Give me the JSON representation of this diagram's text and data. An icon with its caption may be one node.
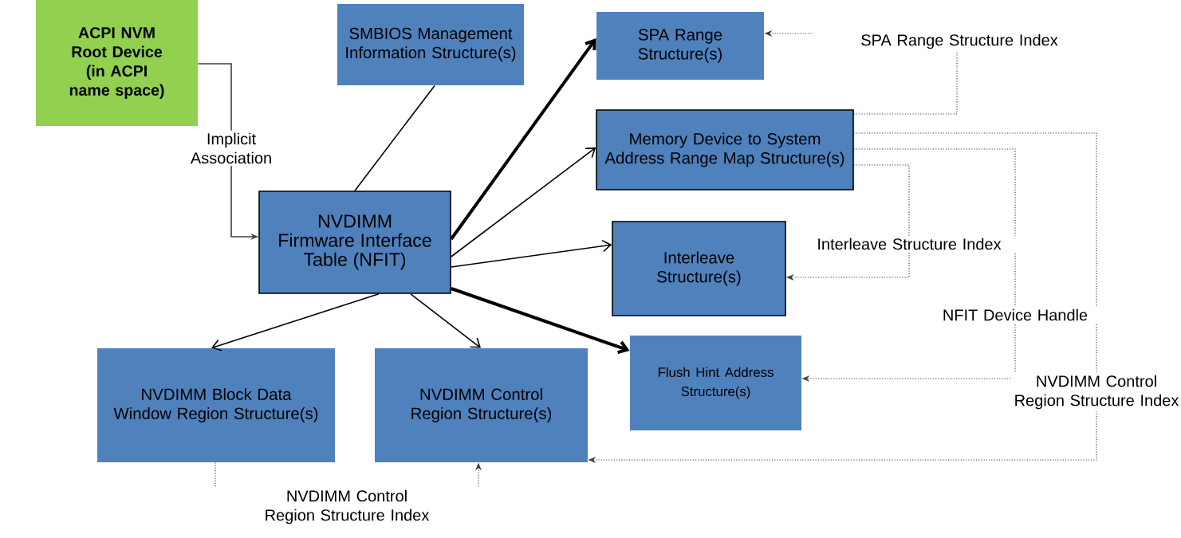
{
  "diagram": {
    "nodes": [
      {
        "text": [
          "ACPI NVM Root Device (in ACPI name space)"
        ]
      },
      {
        "text": [
          "SMBIOS Management Information Structure(s)"
        ]
      },
      {
        "text": [
          "SPA Range Structure(s)"
        ]
      },
      {
        "text": [
          "Memory Device to System  Address Range Map Structure(s)"
        ]
      },
      {
        "text": [
          "NVDIMM Firmware Interface Table (NFIT)"
        ]
      },
      {
        "text": [
          "Interleave Structure(s)"
        ]
      },
      {
        "text": [
          "NVDIMM Block Data Window  Region Structure(s)"
        ]
      },
      {
        "text": [
          "NVDIMM Control Region Structure(s)"
        ]
      },
      {
        "text": [
          "Flush Hint Address Structure(s)"
        ]
      }
    ],
    "edges": [
      {
        "from": 0,
        "to": 4,
        "arrow": "to",
        "label": "Implicit Association",
        "color": "#404040"
      },
      {
        "from": 4,
        "to": 1,
        "arrow": "none"
      },
      {
        "from": 4,
        "to": 2,
        "arrow": "to",
        "style": "thick"
      },
      {
        "from": 4,
        "to": 3,
        "arrow": "to"
      },
      {
        "from": 4,
        "to": 5,
        "arrow": "to"
      },
      {
        "from": 4,
        "to": 8,
        "arrow": "to",
        "style": "thick"
      },
      {
        "from": 4,
        "to": 6,
        "arrow": "to"
      },
      {
        "from": 4,
        "to": 7,
        "arrow": "to"
      },
      {
        "from": 3,
        "to": 2,
        "arrow": "to",
        "label": "SPA Range Structure Index",
        "style": "dashed",
        "color": "#404040"
      },
      {
        "from": 3,
        "to": 5,
        "arrow": "to",
        "label": "Interleave Structure Index",
        "style": "dashed",
        "color": "#404040"
      },
      {
        "from": 3,
        "to": 8,
        "arrow": "to",
        "label": "NFIT Device Handle",
        "style": "dashed",
        "color": "#404040"
      },
      {
        "from": 3,
        "to": 7,
        "arrow": "to",
        "label": "NVDIMM Control Region Structure Index",
        "style": "dashed",
        "color": "#404040"
      },
      {
        "from": 6,
        "to": 7,
        "arrow": "to",
        "label": "NVDIMM Control Region Structure Index",
        "style": "dashed",
        "color": "#404040"
      }
    ]
  }
}
